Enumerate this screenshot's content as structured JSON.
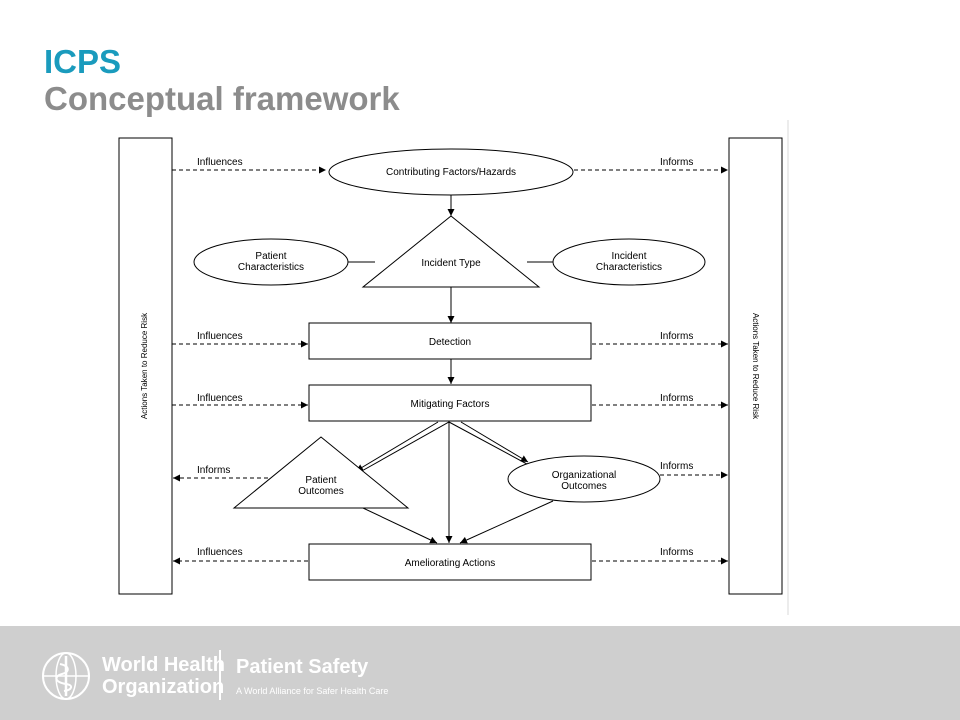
{
  "header": {
    "title": "ICPS",
    "subtitle": "Conceptual framework"
  },
  "diagram": {
    "side_label_left": "Actions Taken to Reduce Risk",
    "side_label_right": "Actions Taken to Reduce Risk",
    "nodes": {
      "contributing_factors": "Contributing Factors/Hazards",
      "patient_characteristics": [
        "Patient",
        "Characteristics"
      ],
      "incident_type": "Incident Type",
      "incident_characteristics": [
        "Incident",
        "Characteristics"
      ],
      "detection": "Detection",
      "mitigating_factors": "Mitigating Factors",
      "patient_outcomes": [
        "Patient",
        "Outcomes"
      ],
      "organizational_outcomes": [
        "Organizational",
        "Outcomes"
      ],
      "ameliorating_actions": "Ameliorating Actions"
    },
    "edge_labels": {
      "influences": "Influences",
      "informs": "Informs"
    }
  },
  "footer": {
    "org_name_line1": "World Health",
    "org_name_line2": "Organization",
    "program_name": "Patient Safety",
    "program_tagline": "A World Alliance for Safer Health Care",
    "logo_icon": "who-emblem-icon"
  }
}
